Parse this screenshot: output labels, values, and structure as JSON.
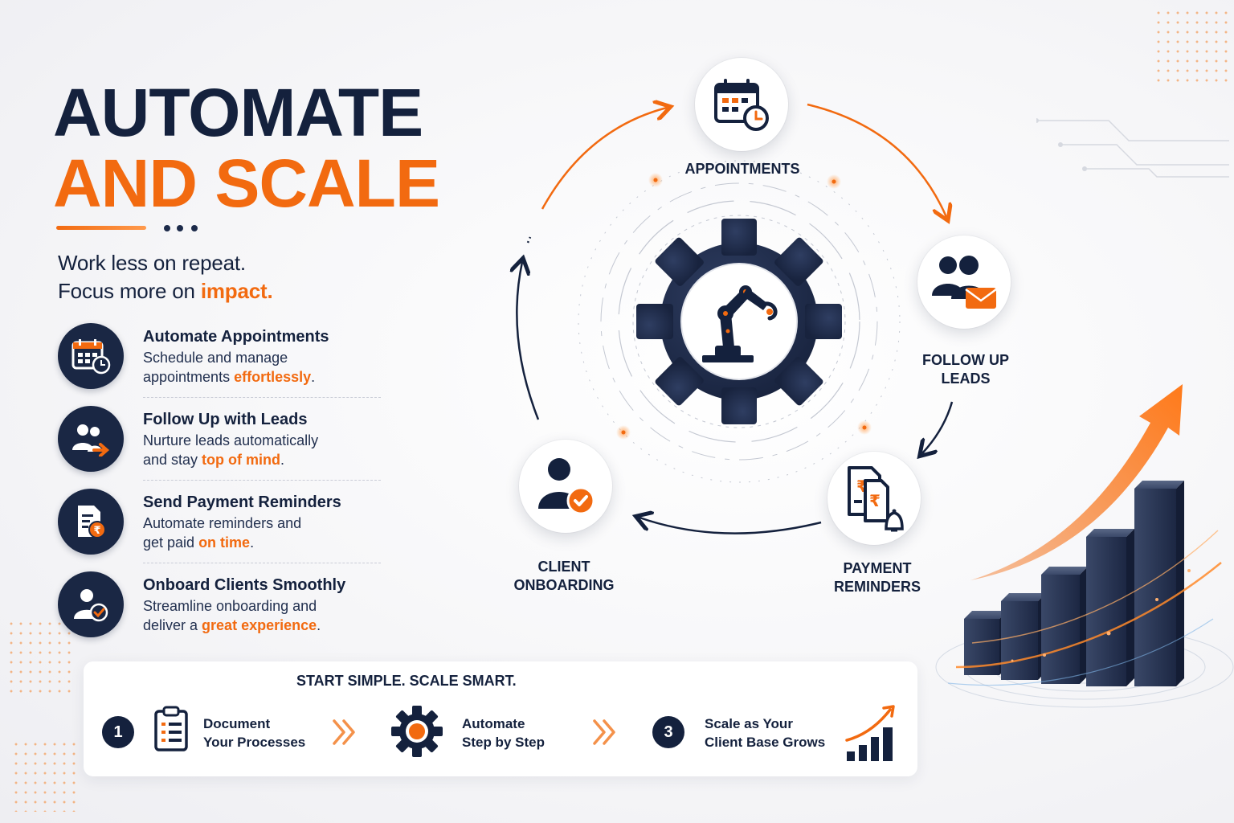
{
  "headline": {
    "line1": "AUTOMATE",
    "line2": "AND SCALE"
  },
  "tagline": {
    "line1": "Work less on repeat.",
    "line2_prefix": "Focus more on ",
    "line2_highlight": "impact."
  },
  "features": [
    {
      "title": "Automate Appointments",
      "line1": "Schedule and manage",
      "line2_prefix": "appointments ",
      "line2_highlight": "effortlessly",
      "line2_suffix": ".",
      "icon": "calendar-clock-icon"
    },
    {
      "title": "Follow Up with Leads",
      "line1": "Nurture leads automatically",
      "line2_prefix": "and stay ",
      "line2_highlight": "top of mind",
      "line2_suffix": ".",
      "icon": "users-arrow-icon"
    },
    {
      "title": "Send Payment Reminders",
      "line1": "Automate reminders and",
      "line2_prefix": "get paid ",
      "line2_highlight": "on time",
      "line2_suffix": ".",
      "icon": "invoice-rupee-icon"
    },
    {
      "title": "Onboard Clients Smoothly",
      "line1": "Streamline onboarding and",
      "line2_prefix": "deliver a ",
      "line2_highlight": "great experience",
      "line2_suffix": ".",
      "icon": "user-check-icon"
    }
  ],
  "cycle": {
    "appointments": {
      "label": "APPOINTMENTS",
      "icon": "calendar-clock-icon"
    },
    "follow_up": {
      "label_line1": "FOLLOW UP",
      "label_line2": "LEADS",
      "icon": "users-mail-icon"
    },
    "payment": {
      "label_line1": "PAYMENT",
      "label_line2": "REMINDERS",
      "icon": "invoice-bell-icon"
    },
    "onboarding": {
      "label_line1": "CLIENT",
      "label_line2": "ONBOARDING",
      "icon": "user-check-icon"
    },
    "center_icon": "robot-arm-gear-icon"
  },
  "bottom": {
    "title": "START SIMPLE. SCALE SMART.",
    "steps": [
      {
        "number": "1",
        "line1": "Document",
        "line2": "Your Processes",
        "icon": "clipboard-list-icon"
      },
      {
        "number": "",
        "line1": "Automate",
        "line2": "Step by Step",
        "icon": "gear-icon"
      },
      {
        "number": "3",
        "line1": "Scale as Your",
        "line2": "Client Base Grows",
        "icon": "growth-chart-icon"
      }
    ]
  },
  "colors": {
    "navy": "#14213d",
    "orange": "#f26a10",
    "background": "#f6f6f8"
  }
}
